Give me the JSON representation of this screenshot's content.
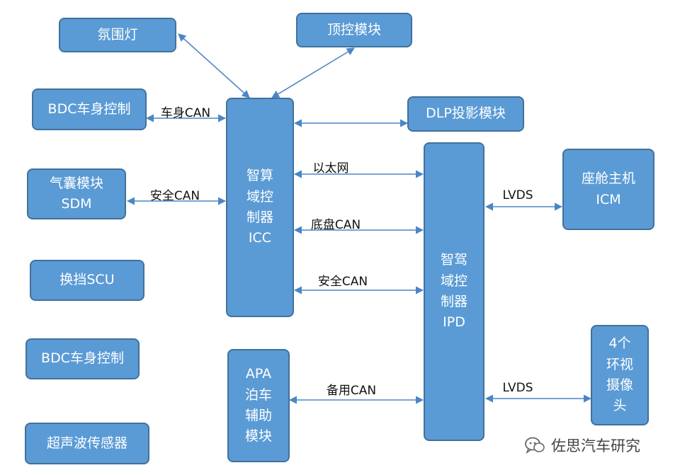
{
  "colors": {
    "node_fill": "#5b9bd5",
    "node_border": "#41719c",
    "wire": "#4a86c5",
    "text": "#ffffff"
  },
  "nodes": {
    "ambient_light": [
      "氛围灯"
    ],
    "roof_module": [
      "顶控模块"
    ],
    "bdc_top": [
      "BDC车身控制"
    ],
    "dlp": [
      "DLP投影模块"
    ],
    "airbag": [
      "气囊模块",
      "SDM"
    ],
    "icc": [
      "智算",
      "域控",
      "制器",
      "ICC"
    ],
    "ipd": [
      "智驾",
      "域控",
      "制器",
      "IPD"
    ],
    "icm": [
      "座舱主机",
      "ICM"
    ],
    "scu": [
      "换挡SCU"
    ],
    "bdc_bottom": [
      "BDC车身控制"
    ],
    "apa": [
      "APA",
      "泊车",
      "辅助",
      "模块"
    ],
    "cameras": [
      "4个",
      "环视",
      "摄像",
      "头"
    ],
    "ultrasonic": [
      "超声波传感器"
    ]
  },
  "edge_labels": {
    "bdc_icc": "车身CAN",
    "airbag_icc": "安全CAN",
    "icc_ipd_eth": "以太网",
    "icc_ipd_chassis": "底盘CAN",
    "icc_ipd_safety": "安全CAN",
    "ipd_icm": "LVDS",
    "apa_ipd": "备用CAN",
    "ipd_cam": "LVDS"
  },
  "watermark": {
    "text": "佐思汽车研究",
    "icon": "wechat-icon"
  }
}
